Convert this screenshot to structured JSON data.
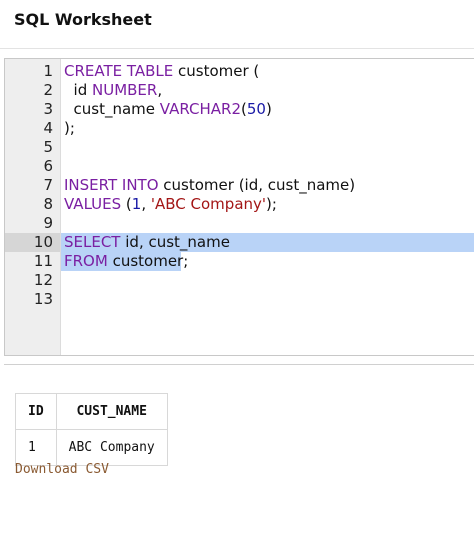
{
  "header": {
    "title": "SQL Worksheet"
  },
  "editor": {
    "line_numbers": [
      "1",
      "2",
      "3",
      "4",
      "5",
      "6",
      "7",
      "8",
      "9",
      "10",
      "11",
      "12",
      "13"
    ],
    "lines": [
      {
        "tokens": [
          {
            "t": "CREATE TABLE",
            "c": "kw"
          },
          {
            "t": " customer (",
            "c": ""
          }
        ]
      },
      {
        "tokens": [
          {
            "t": "  id ",
            "c": ""
          },
          {
            "t": "NUMBER",
            "c": "kw"
          },
          {
            "t": ",",
            "c": ""
          }
        ]
      },
      {
        "tokens": [
          {
            "t": "  cust_name ",
            "c": ""
          },
          {
            "t": "VARCHAR2",
            "c": "kw"
          },
          {
            "t": "(",
            "c": ""
          },
          {
            "t": "50",
            "c": "num"
          },
          {
            "t": ")",
            "c": ""
          }
        ]
      },
      {
        "tokens": [
          {
            "t": ");",
            "c": ""
          }
        ]
      },
      {
        "tokens": []
      },
      {
        "tokens": []
      },
      {
        "tokens": [
          {
            "t": "INSERT INTO",
            "c": "kw"
          },
          {
            "t": " customer (id, cust_name)",
            "c": ""
          }
        ]
      },
      {
        "tokens": [
          {
            "t": "VALUES",
            "c": "kw"
          },
          {
            "t": " (",
            "c": ""
          },
          {
            "t": "1",
            "c": "num"
          },
          {
            "t": ", ",
            "c": ""
          },
          {
            "t": "'ABC Company'",
            "c": "str"
          },
          {
            "t": ");",
            "c": ""
          }
        ]
      },
      {
        "tokens": []
      },
      {
        "tokens": [
          {
            "t": "SELECT",
            "c": "kw"
          },
          {
            "t": " id, cust_name",
            "c": ""
          }
        ]
      },
      {
        "tokens": [
          {
            "t": "FROM",
            "c": "kw"
          },
          {
            "t": " customer;",
            "c": ""
          }
        ]
      },
      {
        "tokens": []
      },
      {
        "tokens": []
      }
    ],
    "active_line": 10,
    "selected_lines": [
      10,
      11
    ]
  },
  "results": {
    "columns": [
      "ID",
      "CUST_NAME"
    ],
    "rows": [
      [
        "1",
        "ABC Company"
      ]
    ],
    "download_label": "Download CSV"
  }
}
